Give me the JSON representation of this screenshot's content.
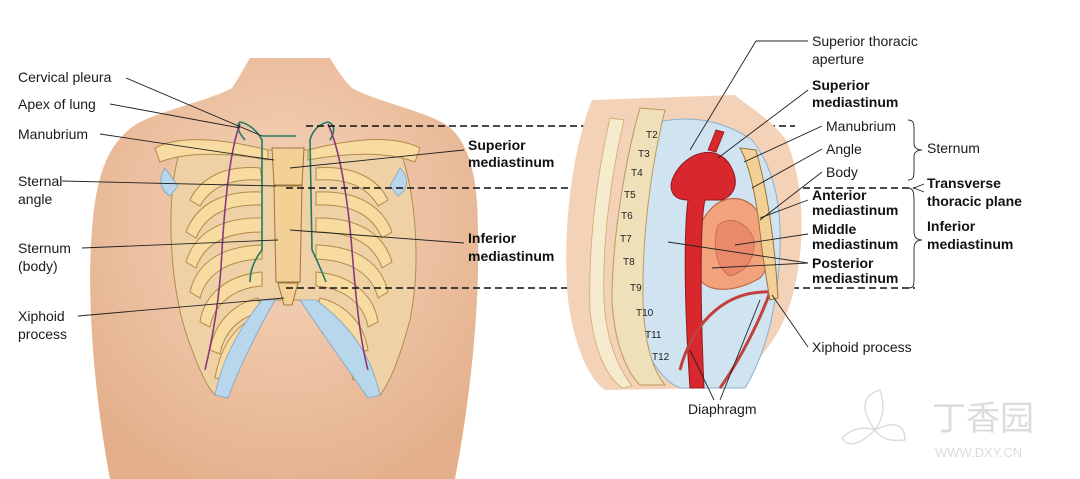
{
  "left_labels": {
    "cervical_pleura": "Cervical pleura",
    "apex_of_lung": "Apex of lung",
    "manubrium": "Manubrium",
    "sternal_angle_1": "Sternal",
    "sternal_angle_2": "angle",
    "sternum_body_1": "Sternum",
    "sternum_body_2": "(body)",
    "xiphoid_1": "Xiphoid",
    "xiphoid_2": "process"
  },
  "middle_labels": {
    "superior_1": "Superior",
    "superior_2": "mediastinum",
    "inferior_1": "Inferior",
    "inferior_2": "mediastinum"
  },
  "right_labels": {
    "sup_thoracic_1": "Superior thoracic",
    "sup_thoracic_2": "aperture",
    "superior_1": "Superior",
    "superior_2": "mediastinum",
    "manubrium": "Manubrium",
    "angle": "Angle",
    "body": "Body",
    "sternum": "Sternum",
    "transverse_1": "Transverse",
    "transverse_2": "thoracic plane",
    "anterior_1": "Anterior",
    "anterior_2": "mediastinum",
    "middle_1": "Middle",
    "middle_2": "mediastinum",
    "posterior_1": "Posterior",
    "posterior_2": "mediastinum",
    "inferior_1": "Inferior",
    "inferior_2": "mediastinum",
    "xiphoid": "Xiphoid process",
    "diaphragm": "Diaphragm"
  },
  "vertebrae": [
    "T2",
    "T3",
    "T4",
    "T5",
    "T6",
    "T7",
    "T8",
    "T9",
    "T10",
    "T11",
    "T12"
  ],
  "watermark": {
    "logo_text": "丁香园",
    "url": "WWW.DXY.CN"
  },
  "colors": {
    "skin": "#f0c7a6",
    "bone": "#f7dba0",
    "cartilage": "#b9d7ec",
    "lung": "#cfe3f1",
    "artery": "#d8282e",
    "heart": "#f2a37c"
  }
}
